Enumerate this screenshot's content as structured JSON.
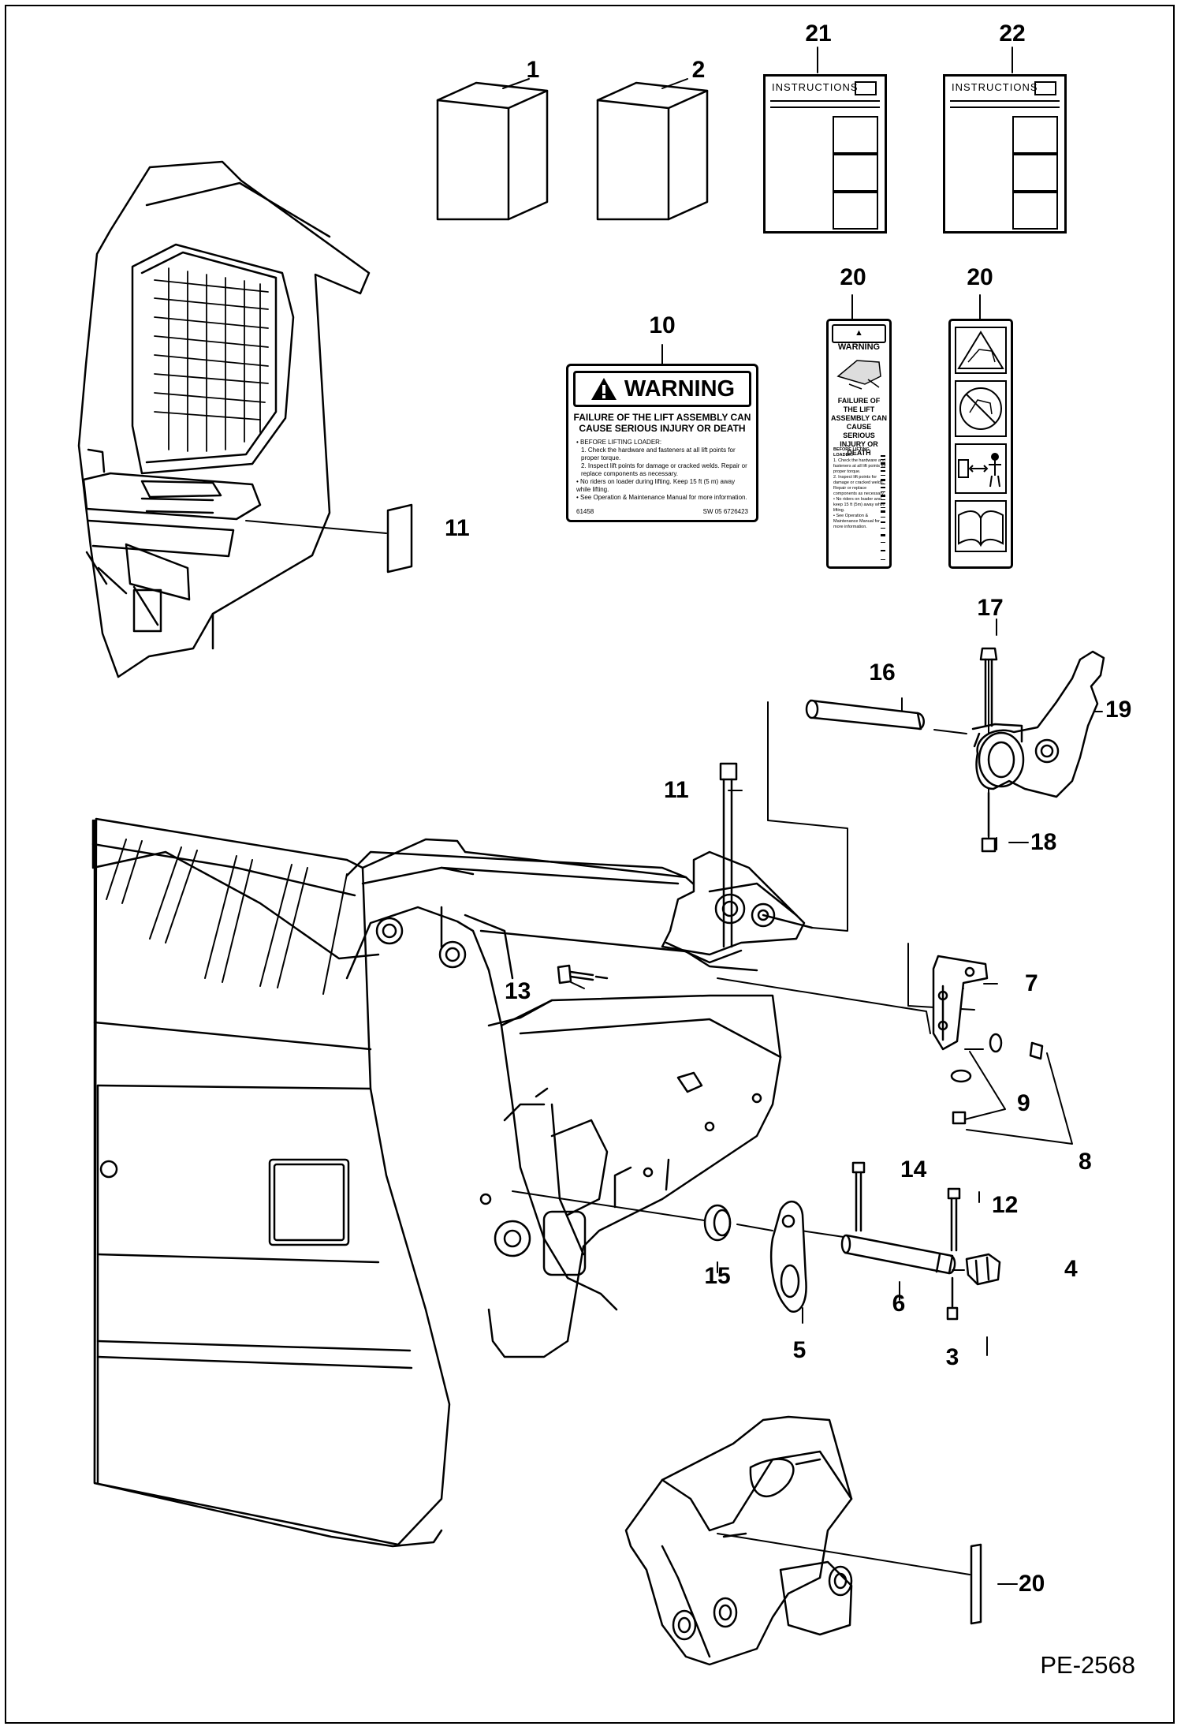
{
  "figure_id": "PE-2568",
  "callouts": {
    "c1": "1",
    "c2": "2",
    "c21": "21",
    "c22": "22",
    "c10": "10",
    "c20a": "20",
    "c20b": "20",
    "c20c": "20",
    "c11a": "11",
    "c11b": "11",
    "c16": "16",
    "c17": "17",
    "c18": "18",
    "c19": "19",
    "c13": "13",
    "c7": "7",
    "c9": "9",
    "c8": "8",
    "c14": "14",
    "c12": "12",
    "c4": "4",
    "c15": "15",
    "c6": "6",
    "c5": "5",
    "c3": "3"
  },
  "decals": {
    "instructions_header": "INSTRUCTIONS",
    "warning_large": {
      "signal_word": "WARNING",
      "headline": "FAILURE OF THE LIFT ASSEMBLY CAN CAUSE SERIOUS INJURY OR DEATH",
      "body": [
        "• BEFORE LIFTING LOADER:",
        "1. Check the hardware and fasteners at all lift points for proper torque.",
        "2. Inspect lift points for damage or cracked welds. Repair or replace components as necessary.",
        "• No riders on loader during lifting. Keep 15 ft (5 m) away while lifting.",
        "• See Operation & Maintenance Manual for more information."
      ],
      "footer_left": "61458",
      "footer_right": "SW 05  6726423"
    },
    "warning_tall": {
      "signal_word": "WARNING",
      "headline": "FAILURE OF THE LIFT ASSEMBLY CAN CAUSE SERIOUS INJURY OR DEATH",
      "body": [
        "BEFORE LIFTING LOADER:",
        "1. Check the hardware and fasteners at all lift points for proper torque.",
        "2. Inspect lift points for damage or cracked welds. Repair or replace components as necessary.",
        "• No riders on loader and keep 15 ft (5m) away while lifting.",
        "• See Operation & Maintenance Manual for more information."
      ]
    }
  }
}
